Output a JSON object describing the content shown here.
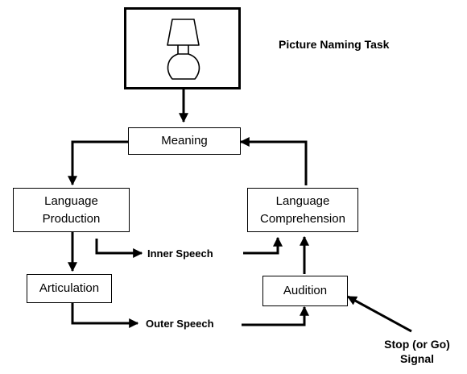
{
  "title": "Picture Naming Task",
  "picture": {
    "icon": "lamp-icon"
  },
  "boxes": {
    "meaning": [
      "Meaning"
    ],
    "language_production": [
      "Language",
      "Production"
    ],
    "language_comprehension": [
      "Language",
      "Comprehension"
    ],
    "articulation": [
      "Articulation"
    ],
    "audition": [
      "Audition"
    ]
  },
  "labels": {
    "inner_speech": "Inner Speech",
    "outer_speech": "Outer Speech",
    "stop_signal": [
      "Stop (or Go)",
      "Signal"
    ]
  },
  "colors": {
    "line": "#000000",
    "background": "#ffffff"
  }
}
